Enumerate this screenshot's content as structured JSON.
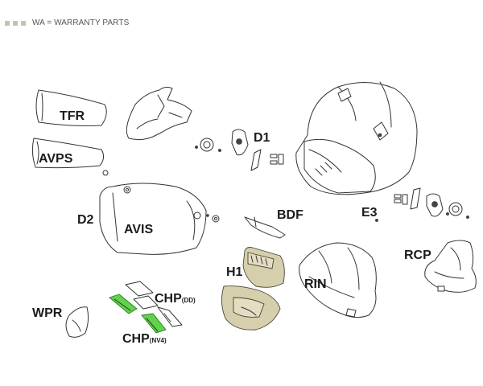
{
  "legend": {
    "text": "WA = WARRANTY PARTS",
    "swatch_color": "#c9c3a3"
  },
  "parts": {
    "tfr": "TFR",
    "avps": "AVPS",
    "d1": "D1",
    "d2": "D2",
    "avis": "AVIS",
    "bdf": "BDF",
    "e3": "E3",
    "rcp": "RCP",
    "h1": "H1",
    "rin": "RIN",
    "wpr": "WPR",
    "chp_dd": "CHP",
    "chp_dd_sub": "(DD)",
    "chp_nv4": "CHP",
    "chp_nv4_sub": "(NV4)"
  },
  "colors": {
    "warranty_part": "#d6cfad",
    "highlight_part": "#5fd34a",
    "line": "#333333"
  }
}
